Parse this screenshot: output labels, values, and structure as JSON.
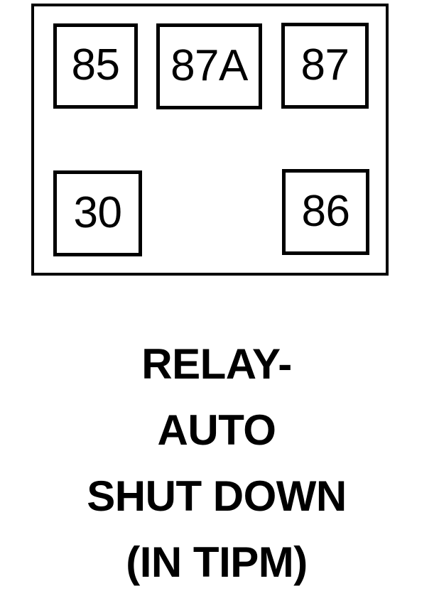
{
  "diagram": {
    "component_type": "automotive-relay-pinout",
    "outline": {
      "name": "relay-body-outline",
      "stroke_color": "#000000",
      "fill_color": "#ffffff"
    },
    "terminals": [
      {
        "id": "85",
        "label": "85",
        "row": "top",
        "position": "left"
      },
      {
        "id": "87A",
        "label": "87A",
        "row": "top",
        "position": "center"
      },
      {
        "id": "87",
        "label": "87",
        "row": "top",
        "position": "right"
      },
      {
        "id": "30",
        "label": "30",
        "row": "bottom",
        "position": "left"
      },
      {
        "id": "86",
        "label": "86",
        "row": "bottom",
        "position": "right"
      }
    ],
    "caption": {
      "lines": [
        "RELAY-",
        "AUTO",
        "SHUT DOWN",
        "(IN TIPM)"
      ],
      "full_text": "RELAY-AUTO SHUT DOWN (IN TIPM)",
      "text_color": "#000000"
    }
  }
}
